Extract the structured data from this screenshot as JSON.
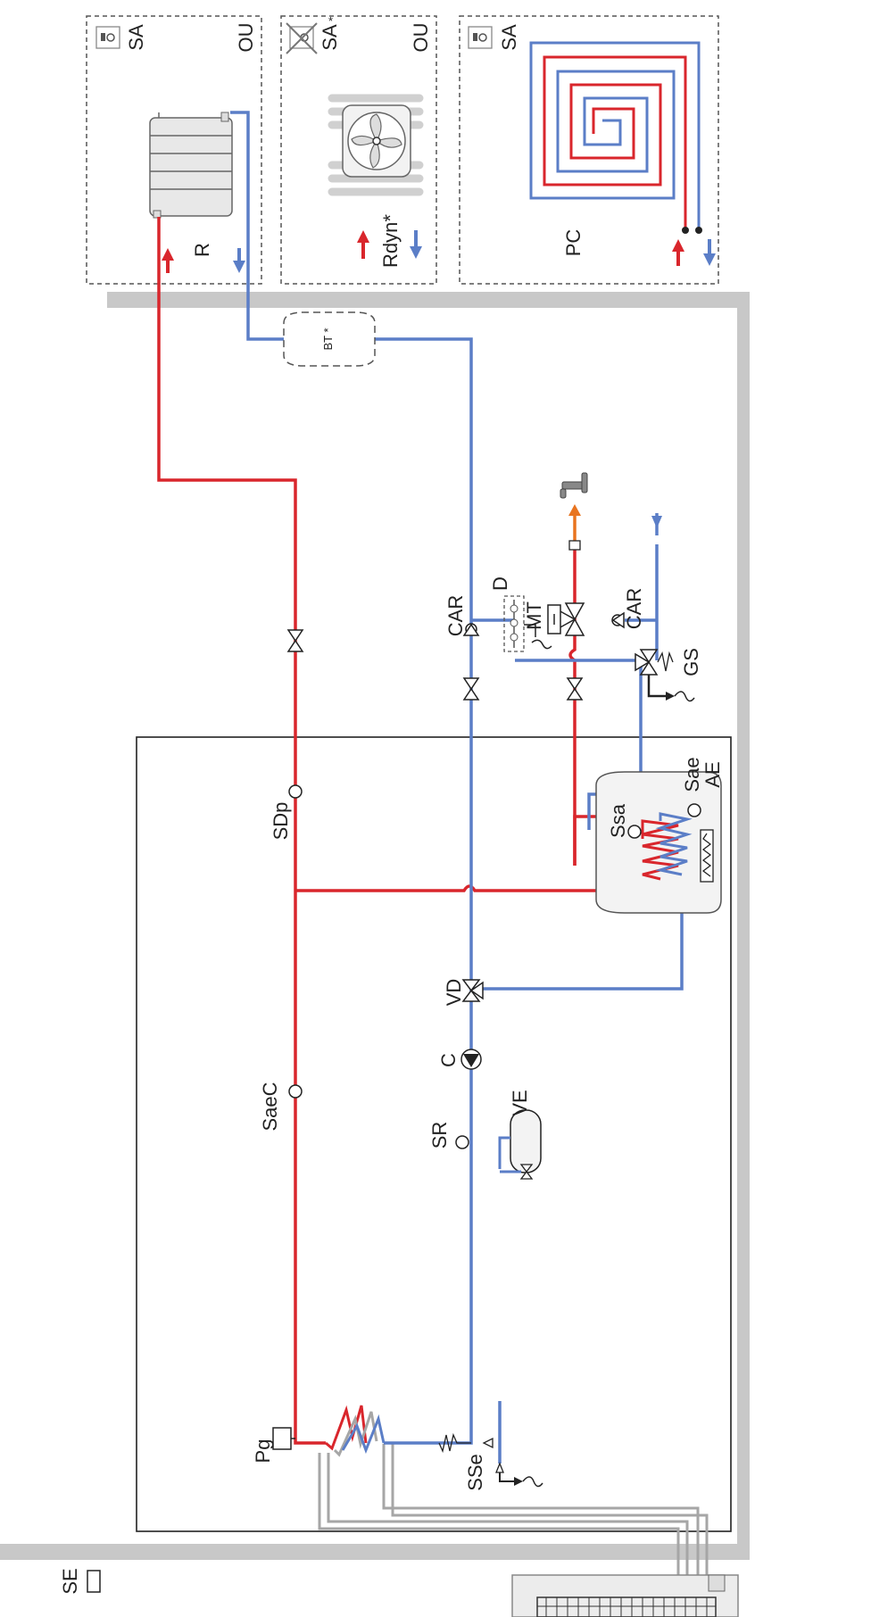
{
  "colors": {
    "hot": "#d9262c",
    "cold": "#5b7ec7",
    "grey_pipe": "#a6a6a6",
    "wall": "#c8c8c8",
    "dhw": "#e8741f",
    "frame": "#222222",
    "dashed": "#555555"
  },
  "zones": {
    "radiator": {
      "sa": "SA",
      "ou": "OU",
      "label": "R"
    },
    "fancoil": {
      "sa": "SA",
      "sa_star": "*",
      "ou": "OU",
      "label": "Rdyn*"
    },
    "floor": {
      "sa": "SA",
      "label": "PC"
    }
  },
  "labels": {
    "bt": "BT *",
    "car_top": "CAR",
    "car_right": "CAR",
    "d": "D",
    "mt": "MT",
    "gs": "GS",
    "sae": "Sae",
    "ae": "AE",
    "ssa": "Ssa",
    "sdp": "SDp",
    "vd": "VD",
    "c": "C",
    "saec": "SaeC",
    "sr": "SR",
    "ve": "VE",
    "pg": "Pg",
    "sse": "SSe",
    "se": "SE"
  }
}
